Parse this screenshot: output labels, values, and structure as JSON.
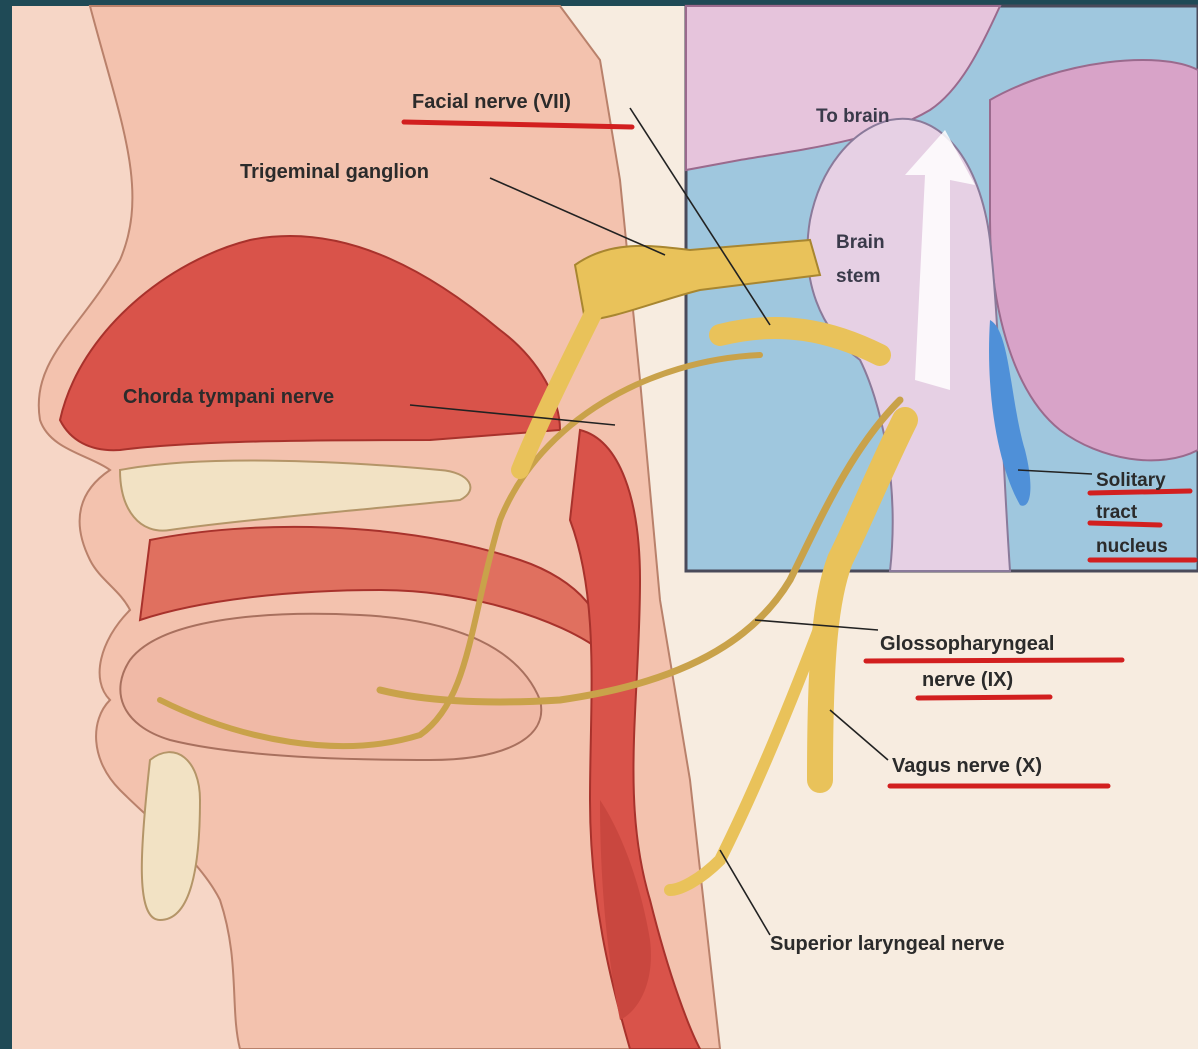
{
  "colors": {
    "frame": "#1f4a56",
    "background": "#f7ece0",
    "skin": "#f3c2ae",
    "mucosa": "#d9534a",
    "nerve": "#e9c25a",
    "underline": "#d21f1f",
    "inset_bg": "#9fc7de",
    "brain": "#e6c4dc"
  },
  "labels": {
    "facial_nerve": "Facial nerve (VII)",
    "trigeminal_ganglion": "Trigeminal ganglion",
    "chorda_tympani": "Chorda tympani nerve",
    "to_brain": "To brain",
    "brain_stem_line1": "Brain",
    "brain_stem_line2": "stem",
    "solitary_line1": "Solitary",
    "solitary_line2": "tract",
    "solitary_line3": "nucleus",
    "glossopharyngeal_line1": "Glossopharyngeal",
    "glossopharyngeal_line2": "nerve (IX)",
    "vagus": "Vagus nerve (X)",
    "superior_laryngeal": "Superior laryngeal nerve"
  }
}
